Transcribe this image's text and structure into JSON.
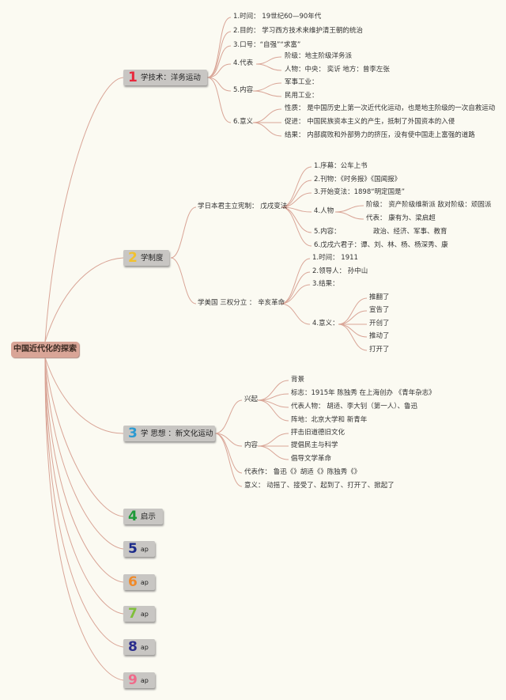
{
  "colors": {
    "n1": "#e8283c",
    "n2": "#f2c12e",
    "n3": "#2c9ad1",
    "n4": "#1f9a3a",
    "n5": "#1b2a8a",
    "n6": "#f08a2a",
    "n7": "#7fbf3a",
    "n8": "#2a2d8c",
    "n9": "#f06a8a"
  },
  "root": "中国近代化的探索",
  "b1": {
    "num": "1",
    "label": "学技术：洋务运动",
    "items": [
      "1.时间： 19世纪60—90年代",
      "2.目的： 学习西方技术来维护清王朝的统治",
      "3.口号：“自强”“求富”",
      "4.代表",
      "5.内容",
      "6.意义"
    ],
    "rep": [
      "阶级：地主阶级洋务派",
      "人物：中央： 奕䜣 地方：曾李左张"
    ],
    "content": [
      "军事工业：",
      "民用工业："
    ],
    "meaning": [
      "性质： 是中国历史上第一次近代化运动，也是地主阶级的一次自救运动",
      "促进： 中国民族资本主义的产生，抵制了外国资本的入侵",
      "结果： 内部腐败和外部势力的挤压，没有使中国走上富强的道路"
    ]
  },
  "b2": {
    "num": "2",
    "label": "学制度",
    "sub1": "学日本君主立宪制： 戊戌变法",
    "s1items": [
      "1.序幕：公车上书",
      "2.刊物：《时务报》《国闻报》",
      "3.开始变法：1898“明定国是”",
      "4.人物",
      "5.内容：",
      "6.戊戌六君子：谭、刘、林、杨、杨深秀、康"
    ],
    "people": [
      "阶级： 资产阶级维新派 敌对阶级：顽固派",
      "代表： 康有为、梁启超"
    ],
    "content": "政治、经济、军事、教育",
    "sub2": "学美国 三权分立 ： 辛亥革命",
    "s2items": [
      "1.时间： 1911",
      "2.领导人： 孙中山",
      "3.结果：",
      "4.意义："
    ],
    "meaning": [
      "推翻了",
      "宣告了",
      "开创了",
      "推动了",
      "打开了"
    ]
  },
  "b3": {
    "num": "3",
    "label": "学 思想 ：新文化运动",
    "rise": "兴起",
    "riseItems": [
      "背景",
      "标志：1915年 陈独秀 在上海创办 《青年杂志》",
      "代表人物： 胡适、李大钊（第一人）、鲁迅",
      "阵地：北京大学和 新青年"
    ],
    "content": "内容",
    "contentItems": [
      "抨击旧道德旧文化",
      "提倡民主与科学",
      "倡导文学革命"
    ],
    "works": "代表作： 鲁迅《》胡适《》陈独秀《》",
    "meaning": "意义： 动摇了、接受了、起到了、打开了、掀起了"
  },
  "b4": {
    "num": "4",
    "label": "启示"
  },
  "b5": {
    "num": "5",
    "label": "ap"
  },
  "b6": {
    "num": "6",
    "label": "ap"
  },
  "b7": {
    "num": "7",
    "label": "ap"
  },
  "b8": {
    "num": "8",
    "label": "ap"
  },
  "b9": {
    "num": "9",
    "label": "ap"
  }
}
